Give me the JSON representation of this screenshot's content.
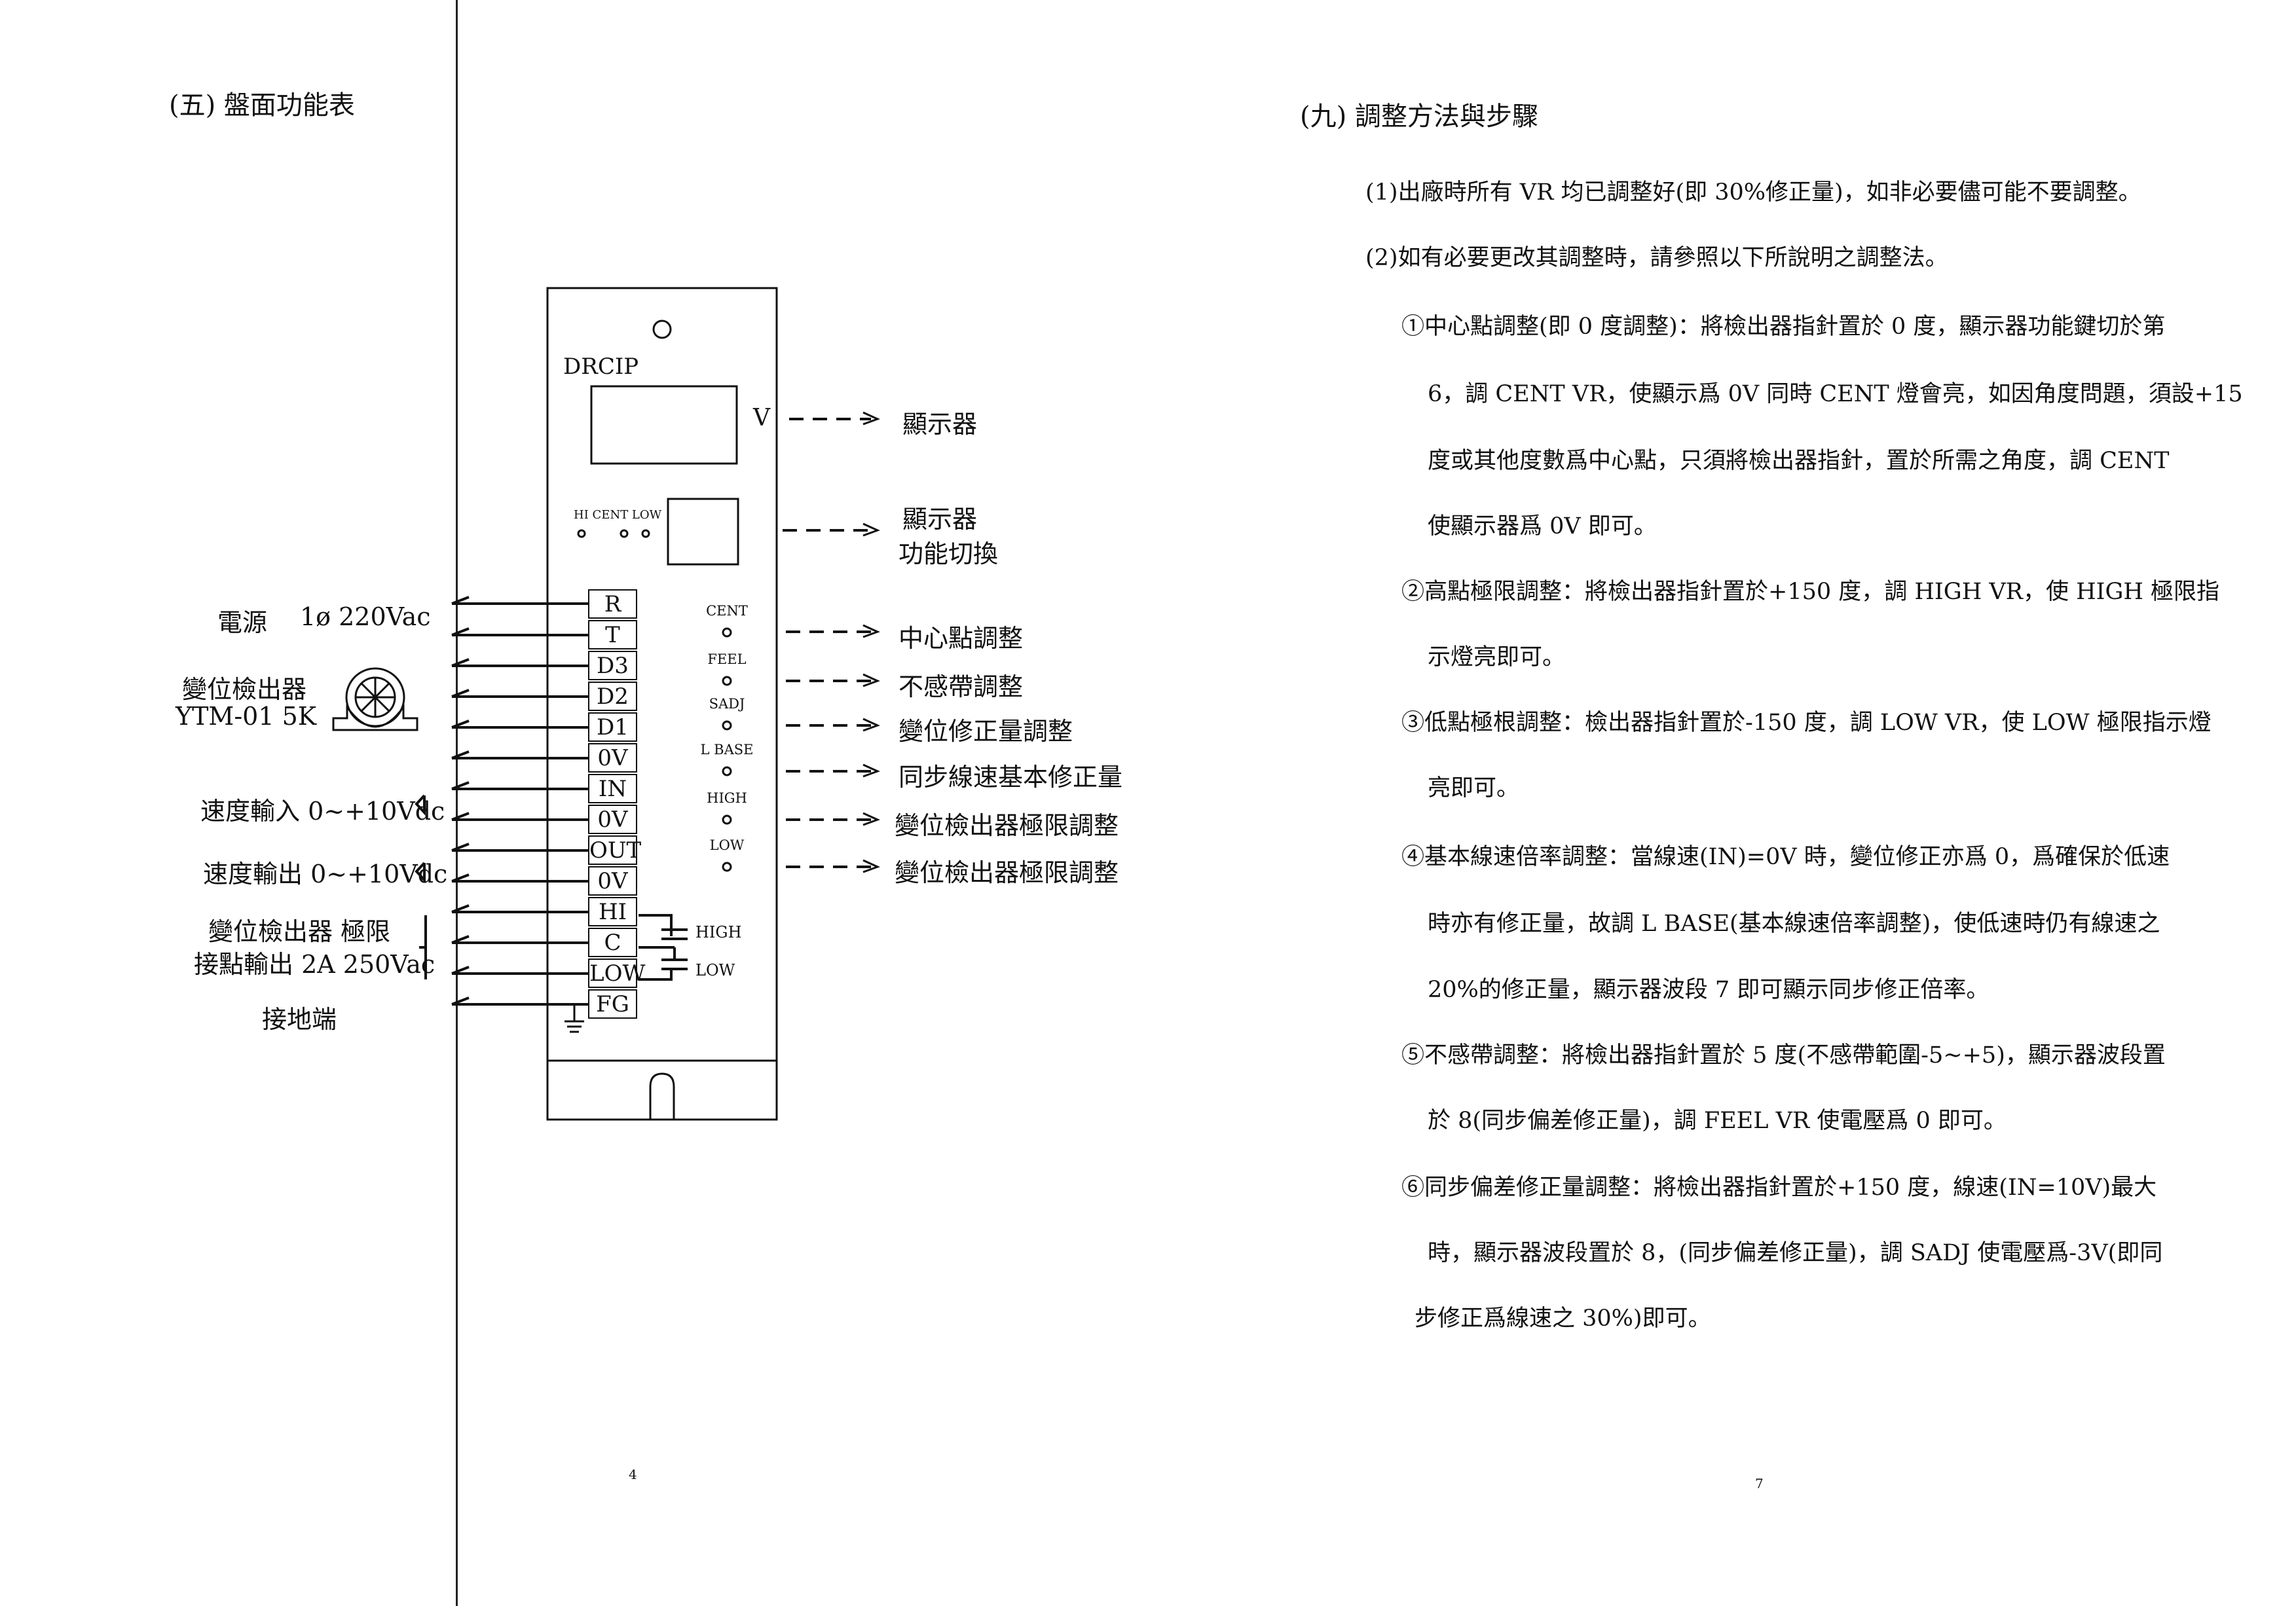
{
  "left_page": {
    "section_title": "(五) 盤面功能表",
    "page_number": "4",
    "device": {
      "model": "DRCIP",
      "display_unit": "V",
      "indicator_labels": "HI CENT LOW",
      "terminals": [
        "R",
        "T",
        "D3",
        "D2",
        "D1",
        "0V",
        "IN",
        "0V",
        "OUT",
        "0V",
        "HI",
        "C",
        "LOW",
        "FG"
      ],
      "adjusters": [
        {
          "name": "CENT",
          "desc": "中心點調整"
        },
        {
          "name": "FEEL",
          "desc": "不感帶調整"
        },
        {
          "name": "SADJ",
          "desc": "變位修正量調整"
        },
        {
          "name": "L BASE",
          "desc": "同步線速基本修正量"
        },
        {
          "name": "HIGH",
          "desc": "變位檢出器極限調整"
        },
        {
          "name": "LOW",
          "desc": "變位檢出器極限調整"
        }
      ],
      "display_desc": "顯示器",
      "display_switch_desc_1": "顯示器",
      "display_switch_desc_2": "功能切換",
      "relay_high": "HIGH",
      "relay_low": "LOW"
    },
    "left_labels": {
      "power": "電源",
      "power_spec": "1ø 220Vac",
      "sensor": "變位檢出器",
      "sensor_model": "YTM-01   5K",
      "speed_in": "速度輸入 0~+10Vdc",
      "speed_out": "速度輸出 0~+10Vdc",
      "limit_1": "變位檢出器 極限",
      "limit_2": "接點輸出  2A 250Vac",
      "ground": "接地端"
    }
  },
  "right_page": {
    "section_title": "(九) 調整方法與步驟",
    "page_number": "7",
    "lines": [
      "(1)出廠時所有 VR 均已調整好(即 30%修正量)，如非必要儘可能不要調整。",
      "(2)如有必要更改其調整時，請參照以下所說明之調整法。",
      "①中心點調整(即 0 度調整)：將檢出器指針置於 0 度，顯示器功能鍵切於第",
      "6，調 CENT VR，使顯示爲 0V 同時 CENT 燈會亮，如因角度問題，須設+15",
      "度或其他度數爲中心點，只須將檢出器指針，置於所需之角度，調 CENT",
      "使顯示器爲 0V 即可。",
      "②高點極限調整：將檢出器指針置於+150 度，調 HIGH VR，使 HIGH 極限指",
      "示燈亮即可。",
      "③低點極根調整：檢出器指針置於-150 度，調 LOW VR，使 LOW 極限指示燈",
      "亮即可。",
      "④基本線速倍率調整：當線速(IN)=0V 時，變位修正亦爲 0，爲確保於低速",
      "時亦有修正量，故調 L BASE(基本線速倍率調整)，使低速時仍有線速之",
      "20%的修正量，顯示器波段 7 即可顯示同步修正倍率。",
      "⑤不感帶調整：將檢出器指針置於 5 度(不感帶範圍-5~+5)，顯示器波段置",
      "於 8(同步偏差修正量)，調 FEEL VR 使電壓爲 0 即可。",
      "⑥同步偏差修正量調整：將檢出器指針置於+150 度，線速(IN=10V)最大",
      "時，顯示器波段置於 8，(同步偏差修正量)，調 SADJ 使電壓爲-3V(即同",
      "步修正爲線速之 30%)即可。"
    ]
  }
}
